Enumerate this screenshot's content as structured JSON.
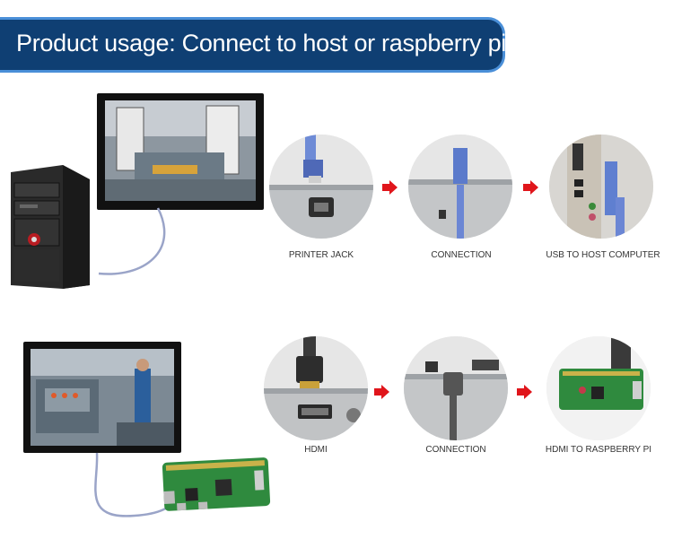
{
  "banner": {
    "title": "Product usage: Connect to host or raspberry pi"
  },
  "row1": {
    "steps": [
      {
        "label": "PRINTER JACK",
        "icon": "usb-b-connector-icon"
      },
      {
        "label": "CONNECTION",
        "icon": "usb-cable-icon"
      },
      {
        "label": "USB TO HOST COMPUTER",
        "icon": "computer-usb-port-icon"
      }
    ]
  },
  "row2": {
    "steps": [
      {
        "label": "HDMI",
        "icon": "hdmi-connector-icon"
      },
      {
        "label": "CONNECTION",
        "icon": "hdmi-cable-icon"
      },
      {
        "label": "HDMI TO RASPBERRY PI",
        "icon": "raspberry-pi-board-icon"
      }
    ]
  },
  "colors": {
    "banner": "#0f3f73",
    "banner_border": "#4a8fd8",
    "arrow": "#e0151b",
    "cable": "#9aa4c8"
  }
}
